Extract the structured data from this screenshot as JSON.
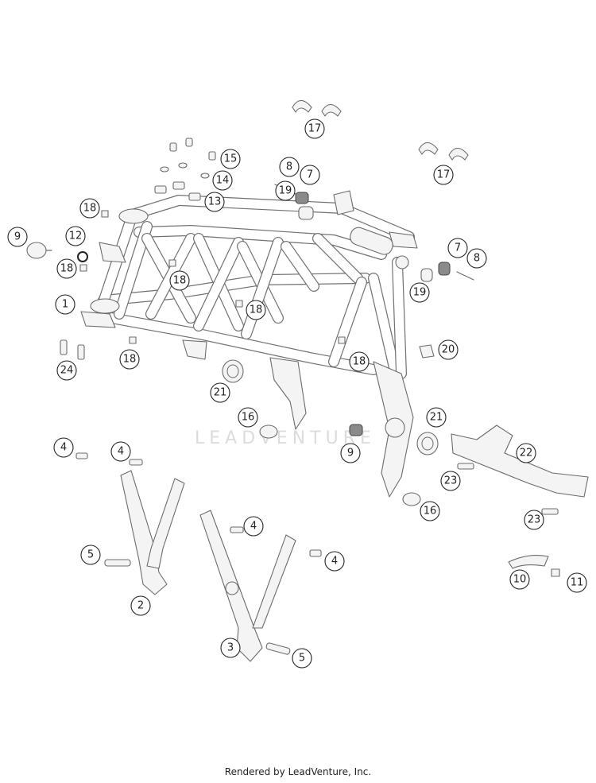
{
  "watermark": "LEADVENTURE",
  "footer": "Rendered by LeadVenture, Inc.",
  "callouts": [
    {
      "id": "c17a",
      "num": "17"
    },
    {
      "id": "c17b",
      "num": "17"
    },
    {
      "id": "c15",
      "num": "15"
    },
    {
      "id": "c14",
      "num": "14"
    },
    {
      "id": "c13",
      "num": "13"
    },
    {
      "id": "c8a",
      "num": "8"
    },
    {
      "id": "c7a",
      "num": "7"
    },
    {
      "id": "c19a",
      "num": "19"
    },
    {
      "id": "c18a",
      "num": "18"
    },
    {
      "id": "c9a",
      "num": "9"
    },
    {
      "id": "c12",
      "num": "12"
    },
    {
      "id": "c18b",
      "num": "18"
    },
    {
      "id": "c18c",
      "num": "18"
    },
    {
      "id": "c7b",
      "num": "7"
    },
    {
      "id": "c8b",
      "num": "8"
    },
    {
      "id": "c19b",
      "num": "19"
    },
    {
      "id": "c1",
      "num": "1"
    },
    {
      "id": "c18d",
      "num": "18"
    },
    {
      "id": "c20",
      "num": "20"
    },
    {
      "id": "c18e",
      "num": "18"
    },
    {
      "id": "c18f",
      "num": "18"
    },
    {
      "id": "c24",
      "num": "24"
    },
    {
      "id": "c21a",
      "num": "21"
    },
    {
      "id": "c16a",
      "num": "16"
    },
    {
      "id": "c21b",
      "num": "21"
    },
    {
      "id": "c9b",
      "num": "9"
    },
    {
      "id": "c22",
      "num": "22"
    },
    {
      "id": "c4a",
      "num": "4"
    },
    {
      "id": "c4b",
      "num": "4"
    },
    {
      "id": "c23a",
      "num": "23"
    },
    {
      "id": "c16b",
      "num": "16"
    },
    {
      "id": "c4c",
      "num": "4"
    },
    {
      "id": "c23b",
      "num": "23"
    },
    {
      "id": "c5a",
      "num": "5"
    },
    {
      "id": "c4d",
      "num": "4"
    },
    {
      "id": "c10",
      "num": "10"
    },
    {
      "id": "c11",
      "num": "11"
    },
    {
      "id": "c2",
      "num": "2"
    },
    {
      "id": "c3",
      "num": "3"
    },
    {
      "id": "c5b",
      "num": "5"
    }
  ]
}
